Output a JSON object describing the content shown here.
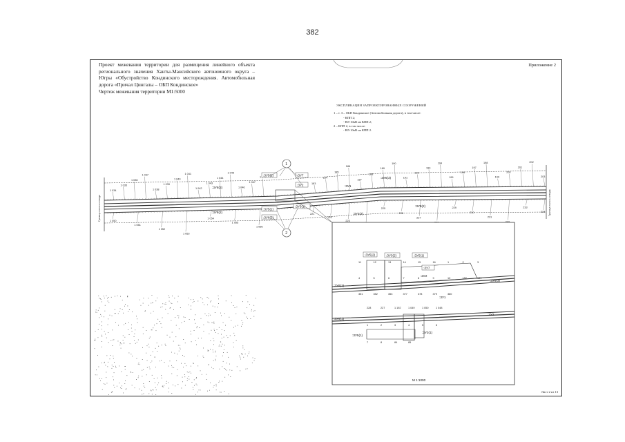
{
  "page_number": "382",
  "title_block": {
    "title": "Проект межевания территории для размещения линейного объекта регионального значения Ханты-Мансийского автономного округа – Югры «Обустройство Кондинского месторождения. Автомобильная дорога «Причал Цингалы – ОБП Кондинское»",
    "scale_line": "Чертеж межевания территории М1:5000"
  },
  "appendix_label": "Приложение 2",
  "explication": {
    "title": "ЭКСПЛИКАЦИЯ ЗАПРОЕКТИРОВАННЫХ СООРУЖЕНИЙ",
    "lines": [
      "1 – т. 3 – ОБП Кондинское (Автомобильная дорога), в том числе:",
      "- КПП 2;",
      "- ВЛ-10кВ на КПП 2;",
      "2 – КПП 2, в том числе:",
      "- ВЛ-10кВ на КПП 2."
    ]
  },
  "main_plan": {
    "left_edge_label": "Граница полосы отвода",
    "right_edge_label": "Граница полосы отвода",
    "callouts": [
      "1",
      "2"
    ],
    "zones": [
      ":ЗУ5(2)",
      ":ЗУ5(1)",
      ":ЗУ7",
      ":ЗУ2",
      ":ЗУ6(1)",
      ":ЗУ3(1)",
      ":ЗУ5(3)",
      ":ЗУ1",
      ":ЗУ3(2)",
      ":ЗУ8(3)",
      ":ЗУ8(2)",
      ":ЗУ9(2)"
    ],
    "parcel_numbers_top": [
      "1 034",
      "1 035",
      "1 036",
      "1 037",
      "1 038",
      "1 039",
      "1 040",
      "1 041",
      "1 042",
      "1 043",
      "1 044",
      "1 045",
      "1 046",
      "1 047",
      "1 048",
      "183",
      "184",
      "185",
      "186",
      "187",
      "188",
      "189",
      "190",
      "191",
      "192",
      "193",
      "194",
      "195",
      "196",
      "197",
      "198",
      "199",
      "200",
      "201",
      "202",
      "203"
    ],
    "parcel_numbers_bottom": [
      "1 050",
      "1 051",
      "1 052",
      "1 053",
      "1 054",
      "1 055",
      "1 056",
      "221",
      "222",
      "223",
      "224",
      "225",
      "226",
      "227",
      "228",
      "229",
      "230",
      "231",
      "232",
      "233",
      "234"
    ]
  },
  "inset": {
    "scale_label": "М 1:1000",
    "zones_top": [
      ":ЗУ5(2)",
      ":ЗУ3(2)",
      ":ЗУ5(1)",
      ":ЗУ7",
      ":ЗУ2",
      ":ЗУ8(3)",
      ":ЗУ1",
      ":ЗУ6(1)"
    ],
    "zones_bottom": [
      ":ЗУ6(1)",
      ":ЗУ5(1)",
      ":ЗУ3(1)",
      ":ЗУ2"
    ],
    "numbers_top": [
      "11",
      "12",
      "13",
      "14",
      "15",
      "16",
      "1",
      "2",
      "3",
      "4",
      "5",
      "6",
      "7",
      "8",
      "9",
      "10",
      "182",
      "181",
      "351",
      "352",
      "353",
      "377",
      "378",
      "379",
      "380"
    ],
    "numbers_bottom": [
      "228",
      "227",
      "1 192",
      "1 049",
      "1 050",
      "1 048",
      "1",
      "2",
      "3",
      "4",
      "5",
      "6",
      "7",
      "8",
      "84",
      "85"
    ]
  },
  "sheet_label": "Лист 2 из 13"
}
